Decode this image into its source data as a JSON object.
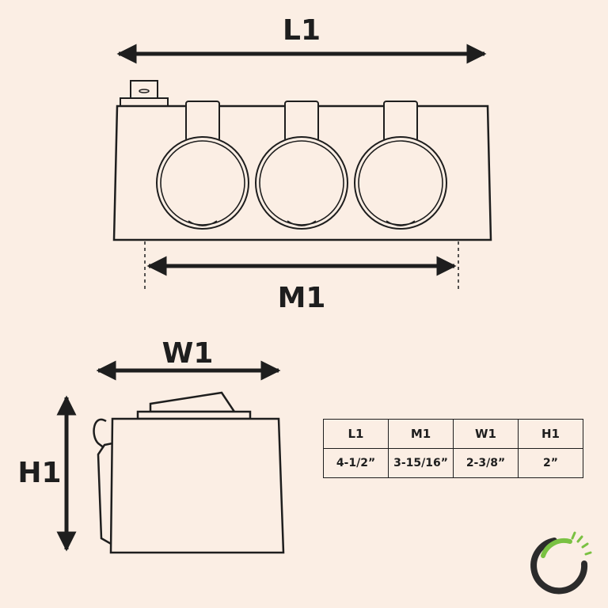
{
  "labels": {
    "length": "L1",
    "mount_spacing": "M1",
    "width": "W1",
    "height": "H1"
  },
  "spec_table": {
    "headers": [
      "L1",
      "M1",
      "W1",
      "H1"
    ],
    "values": [
      "4-1/2”",
      "3-15/16”",
      "2-3/8”",
      "2”"
    ]
  },
  "colors": {
    "background": "#fbeee4",
    "line": "#1e1e1e",
    "logo_green": "#7ac142",
    "logo_dark": "#2b2b2b"
  },
  "icons": {
    "logo": "brand-ring-logo"
  }
}
